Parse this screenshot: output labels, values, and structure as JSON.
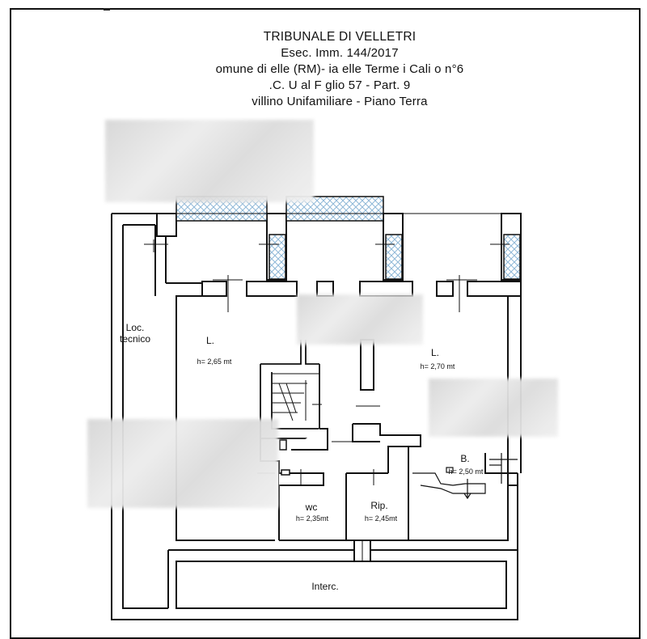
{
  "header": {
    "line1": "TRIBUNALE DI VELLETRI",
    "line2": "Esec. Imm. 144/2017",
    "line3": "omune di  elle   (RM)-  ia   elle Terme   i Cali   o  n°6",
    "line4": ".C.   U  al  F  glio  57 - Part.   9",
    "line5": "villino Unifamiliare - Piano Terra"
  },
  "rooms": {
    "loc_tecnico": "Loc.\ntecnico",
    "living_left": "L.",
    "living_left_h": "h= 2,65 mt",
    "living_right": "L.",
    "living_right_h": "h= 2,70 mt",
    "bath": "B.",
    "bath_h": "h= 2,50 mt",
    "wc": "wc",
    "wc_h": "h= 2,35mt",
    "rip": "Rip.",
    "rip_h": "h= 2,45mt",
    "interc": "Interc."
  },
  "colors": {
    "hatch": "#8fb8d8",
    "wall": "#111111"
  }
}
